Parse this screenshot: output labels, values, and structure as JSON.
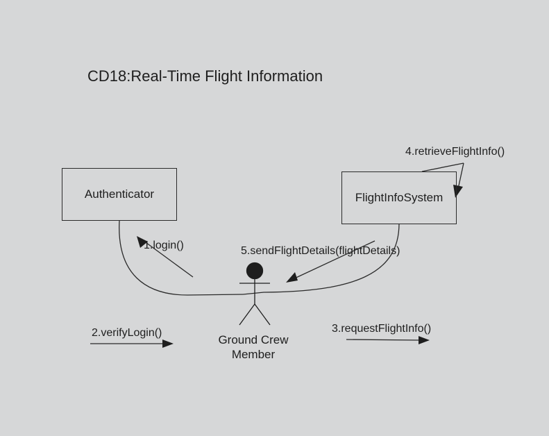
{
  "diagram": {
    "title": "CD18:Real-Time Flight Information",
    "objects": {
      "authenticator": "Authenticator",
      "flight_info_system": "FlightInfoSystem"
    },
    "actor": {
      "name_line1": "Ground Crew",
      "name_line2": "Member"
    },
    "messages": {
      "m1": "1.login()",
      "m2": "2.verifyLogin()",
      "m3": "3.requestFlightInfo()",
      "m4": "4.retrieveFlightInfo()",
      "m5": "5.sendFlightDetails(flightDetails)"
    },
    "colors": {
      "background": "#d6d7d8",
      "ink": "#1e1e1e"
    }
  }
}
